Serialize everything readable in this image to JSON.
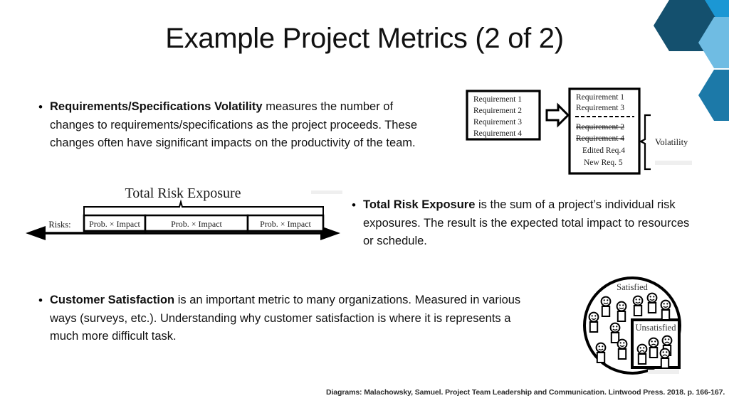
{
  "slide": {
    "title": "Example Project Metrics (2 of 2)",
    "citation": "Diagrams: Malachowsky, Samuel. Project Team Leadership and Communication. Lintwood Press. 2018. p. 166-167."
  },
  "theme": {
    "hex_dark": "#14506E",
    "hex_bright": "#1B97D4",
    "hex_light": "#6FBCE3",
    "hex_medium": "#1C79A8",
    "text": "#111111",
    "diagram_line": "#000000"
  },
  "bullets": [
    {
      "marker": "•",
      "bold_lead": "Requirements/Specifications Volatility",
      "rest": " measures the number of changes to requirements/specifications as the project proceeds.  These changes often have significant impacts on the productivity of the team."
    },
    {
      "marker": "•",
      "bold_lead": "Total Risk Exposure",
      "rest": " is the sum of a project’s individual risk exposures.  The result is the expected total impact to resources or schedule."
    },
    {
      "marker": "•",
      "bold_lead": "Customer Satisfaction",
      "rest": " is an important metric to many organizations.  Measured in various ways (surveys, etc.).  Understanding why customer satisfaction is where it is represents a much more difficult task."
    }
  ],
  "diagrams": {
    "volatility": {
      "before_box": [
        "Requirement 1",
        "Requirement 2",
        "Requirement 3",
        "Requirement 4"
      ],
      "after_box_kept": [
        "Requirement 1",
        "Requirement 3"
      ],
      "after_box_struck": [
        "Requirement 2",
        "Requirement 4"
      ],
      "after_box_added": [
        "Edited Req.4",
        "New Req. 5"
      ],
      "brace_label": "Volatility",
      "arrow": "right-arrow-icon"
    },
    "risk_exposure": {
      "title": "Total Risk Exposure",
      "axis_label": "Risks:",
      "segments": [
        "Prob. × Impact",
        "Prob. × Impact",
        "Prob. × Impact"
      ]
    },
    "customer_satisfaction": {
      "outer_label": "Satisfied",
      "inner_label": "Unsatisfied",
      "satisfied_count": 9,
      "unsatisfied_count": 4
    }
  }
}
